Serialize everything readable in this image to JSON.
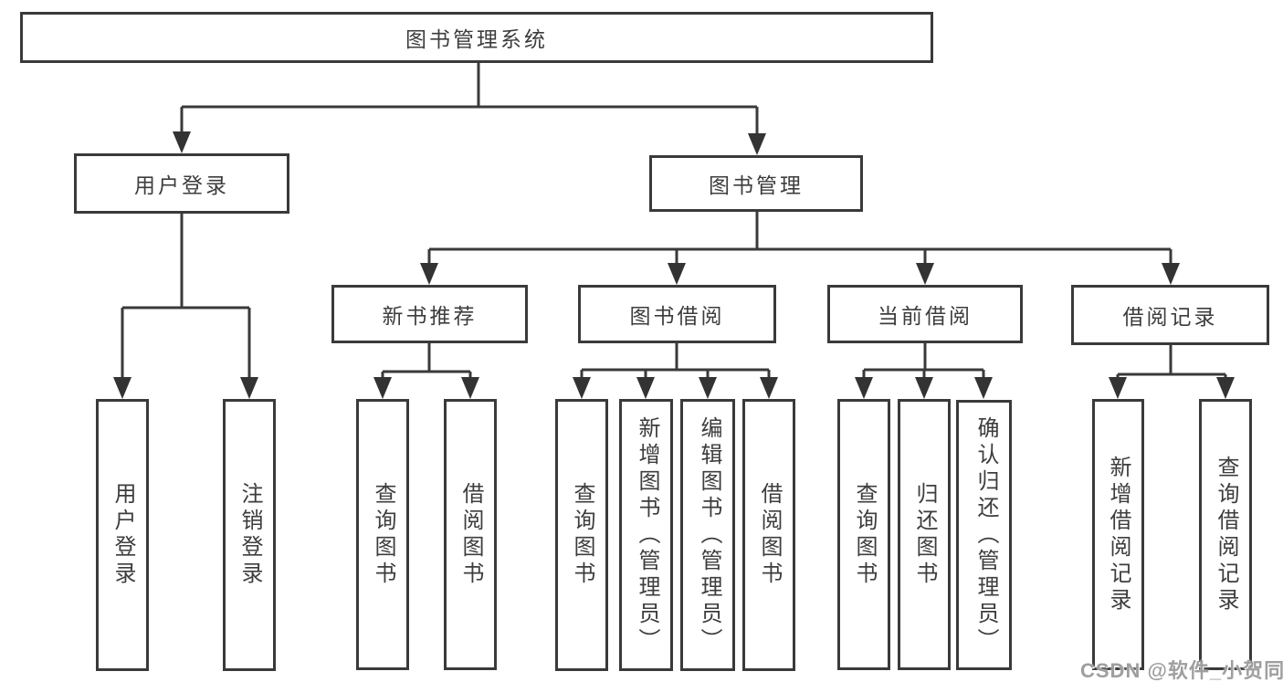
{
  "diagram": {
    "root": {
      "label": "图书管理系统"
    },
    "level2": [
      {
        "label": "用户登录"
      },
      {
        "label": "图书管理"
      }
    ],
    "level3": [
      {
        "label": "新书推荐"
      },
      {
        "label": "图书借阅"
      },
      {
        "label": "当前借阅"
      },
      {
        "label": "借阅记录"
      }
    ],
    "leaves": {
      "user_login": [
        "用户登录",
        "注销登录"
      ],
      "new_book_recommend": [
        "查询图书",
        "借阅图书"
      ],
      "book_borrow": [
        "查询图书",
        "新增图书（管理员）",
        "编辑图书（管理员）",
        "借阅图书"
      ],
      "current_borrow": [
        "查询图书",
        "归还图书",
        "确认归还（管理员）"
      ],
      "borrow_record": [
        "新增借阅记录",
        "查询借阅记录"
      ]
    },
    "watermark": "CSDN @软件_小贺同学",
    "colors": {
      "background": "#ffffff",
      "box_border": "#3a3a3a",
      "connector_line": "#3a3a3a",
      "arrowhead": "#333333",
      "text": "#3d3d3d",
      "watermark_text": "#9f9f9f"
    }
  }
}
